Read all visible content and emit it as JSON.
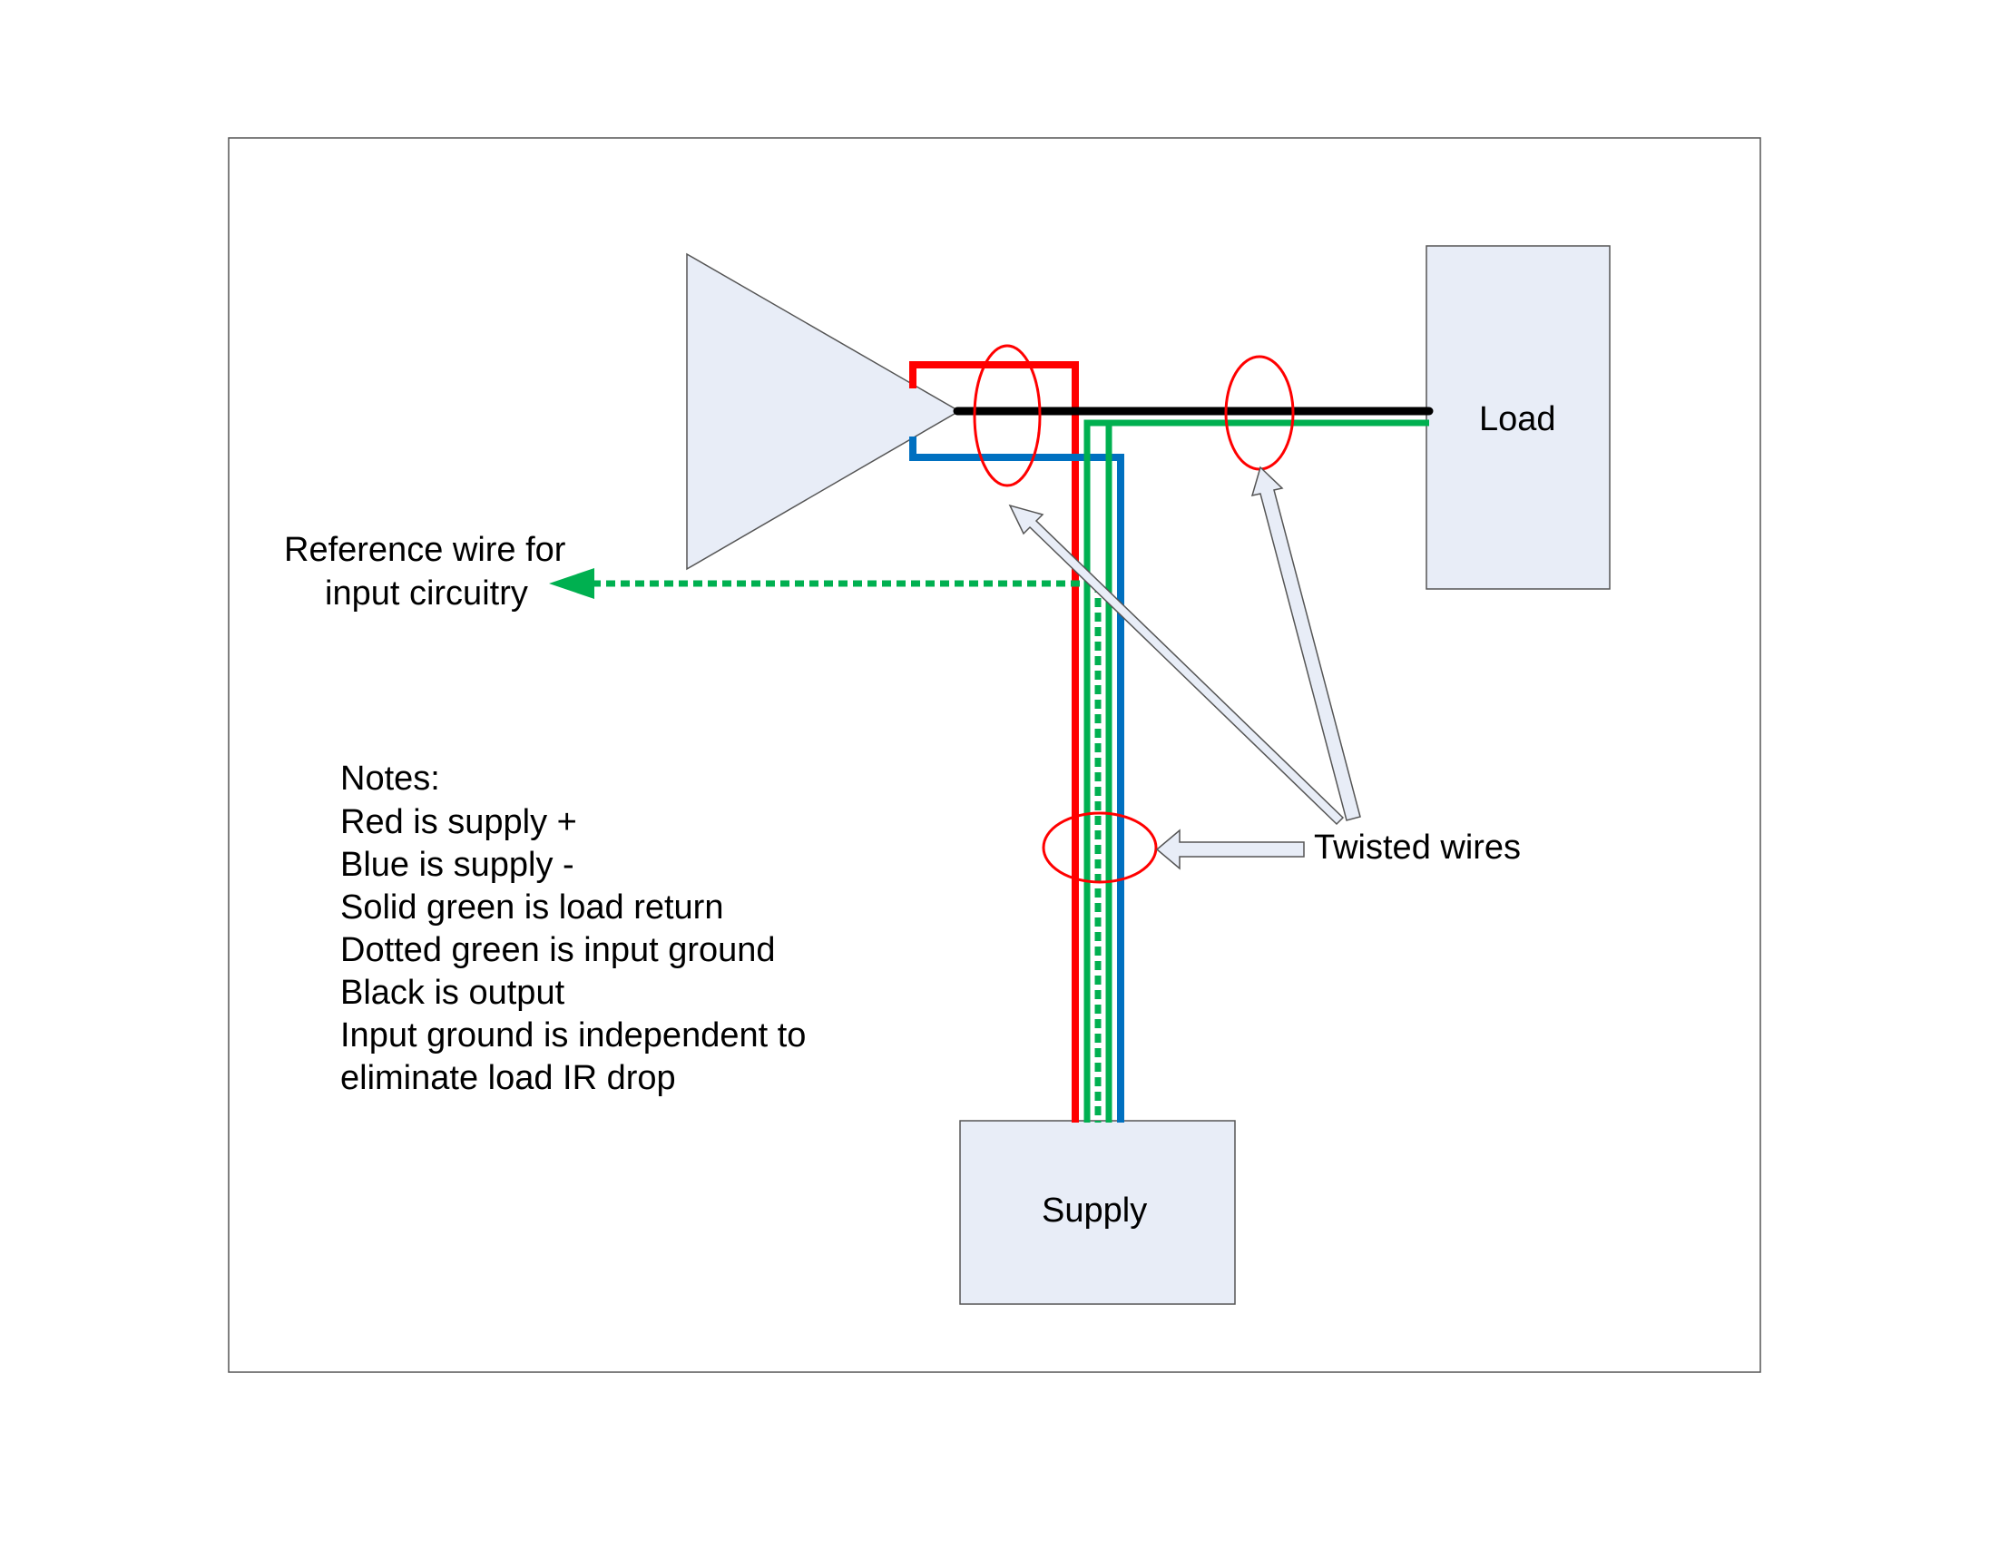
{
  "labels": {
    "load": "Load",
    "supply": "Supply",
    "twisted_wires": "Twisted wires",
    "reference_line1": "Reference wire for",
    "reference_line2": "input circuitry"
  },
  "notes": [
    "Notes:",
    "Red is supply +",
    "Blue is supply -",
    "Solid green is load return",
    "Dotted green is input ground",
    "Black is output",
    "Input ground is independent to",
    "eliminate load IR drop"
  ],
  "colors": {
    "supply_positive": "#ff0000",
    "supply_negative": "#0070c0",
    "load_return": "#00b050",
    "input_ground": "#00b050",
    "output": "#000000",
    "twist_marker": "#ff0000",
    "block_fill": "#e8edf7",
    "arrow_fill": "#e8edf7"
  }
}
